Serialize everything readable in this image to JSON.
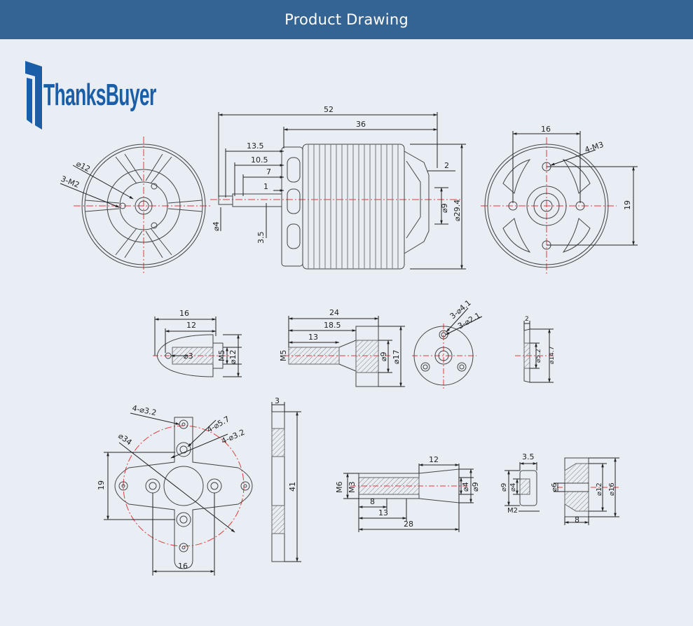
{
  "header": {
    "title": "Product Drawing"
  },
  "logo": {
    "text": "ThanksBuyer"
  },
  "colors": {
    "header_bg": "#336493",
    "page_bg": "#e9eef4",
    "logo": "#1a5ea8",
    "centerline": "#e23a3a"
  },
  "dims": {
    "front_d12": "⌀12",
    "front_3m2": "3-M2",
    "side_52": "52",
    "side_36": "36",
    "side_13_5": "13.5",
    "side_10_5": "10.5",
    "side_7": "7",
    "side_1": "1",
    "side_3_5": "3.5",
    "side_d4": "⌀4",
    "side_2": "2",
    "side_d9": "⌀9",
    "side_d29_4": "⌀29.4",
    "rear_16": "16",
    "rear_4m3": "4-M3",
    "rear_19": "19",
    "cone_16": "16",
    "cone_12": "12",
    "cone_d3": "⌀3",
    "cone_m5": "M5",
    "cone_d12": "⌀12",
    "adapter_24": "24",
    "adapter_18_5": "18.5",
    "adapter_13": "13",
    "adapter_m5": "M5",
    "adapter_d9": "⌀9",
    "adapter_d17": "⌀17",
    "round_3d4_1": "3-⌀4.1",
    "round_3d2_1": "3-⌀2.1",
    "washer_2": "2",
    "washer_d5_2": "⌀5.2",
    "washer_d14_7": "⌀14.7",
    "mount_4d3_2a": "4-⌀3.2",
    "mount_4d5_7": "4-⌀5.7",
    "mount_4d3_2b": "4-⌀3.2",
    "mount_d34": "⌀34",
    "mount_19": "19",
    "mount_16": "16",
    "mountside_3": "3",
    "mountside_41": "41",
    "shaft_12": "12",
    "shaft_m6": "M6",
    "shaft_m3": "M3",
    "shaft_d4": "⌀4",
    "shaft_d9": "⌀9",
    "shaft_8": "8",
    "shaft_13": "13",
    "shaft_28": "28",
    "screw_3_5": "3.5",
    "screw_d9": "⌀9",
    "screw_d4": "⌀4",
    "screw_m2": "M2",
    "collar_d6": "⌀6",
    "collar_d12": "⌀12",
    "collar_d16": "⌀16",
    "collar_8": "8"
  }
}
